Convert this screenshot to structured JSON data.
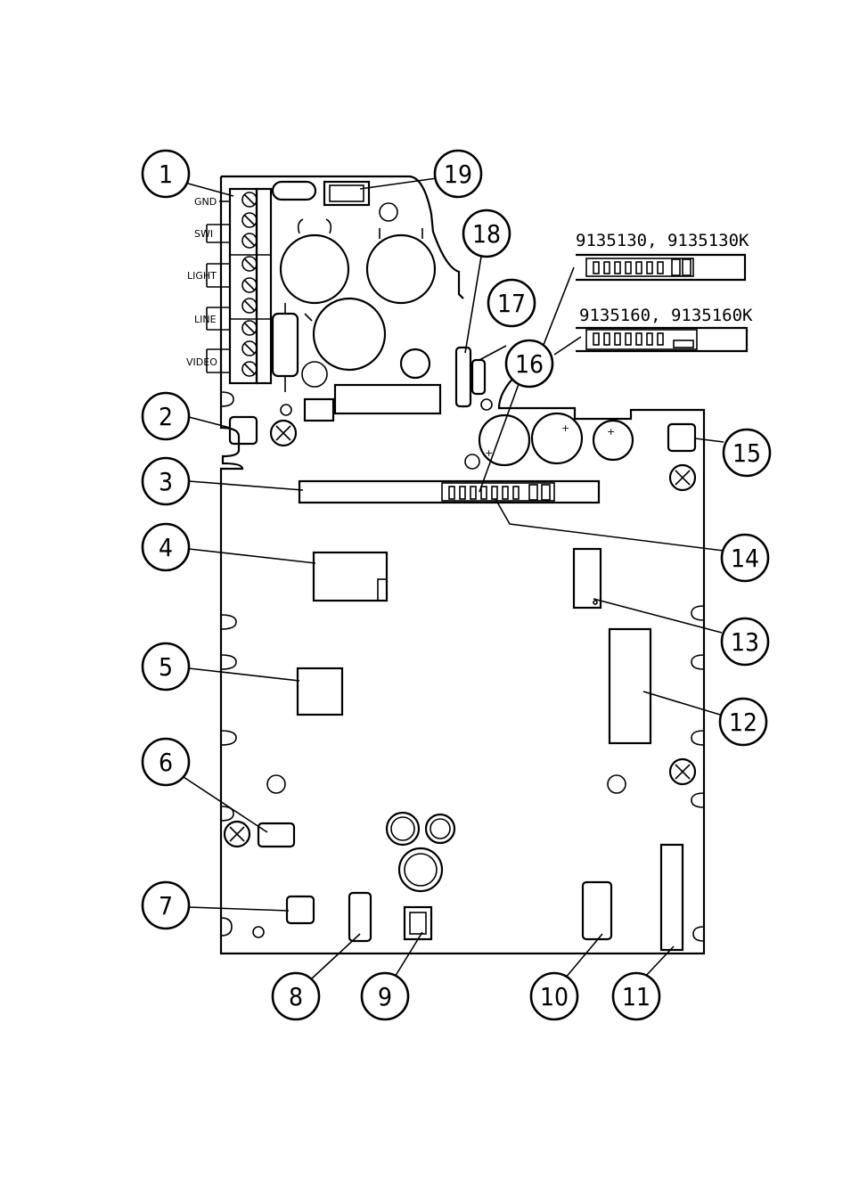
{
  "terminal_labels": {
    "gnd": "GND",
    "swi": "SWI",
    "light": "LIGHT",
    "line": "LINE",
    "video": "VIDEO"
  },
  "model_labels": {
    "model_a": "9135130, 9135130K",
    "model_b": "9135160, 9135160K"
  },
  "callouts": [
    "1",
    "2",
    "3",
    "4",
    "5",
    "6",
    "7",
    "8",
    "9",
    "10",
    "11",
    "12",
    "13",
    "14",
    "15",
    "16",
    "17",
    "18",
    "19"
  ]
}
